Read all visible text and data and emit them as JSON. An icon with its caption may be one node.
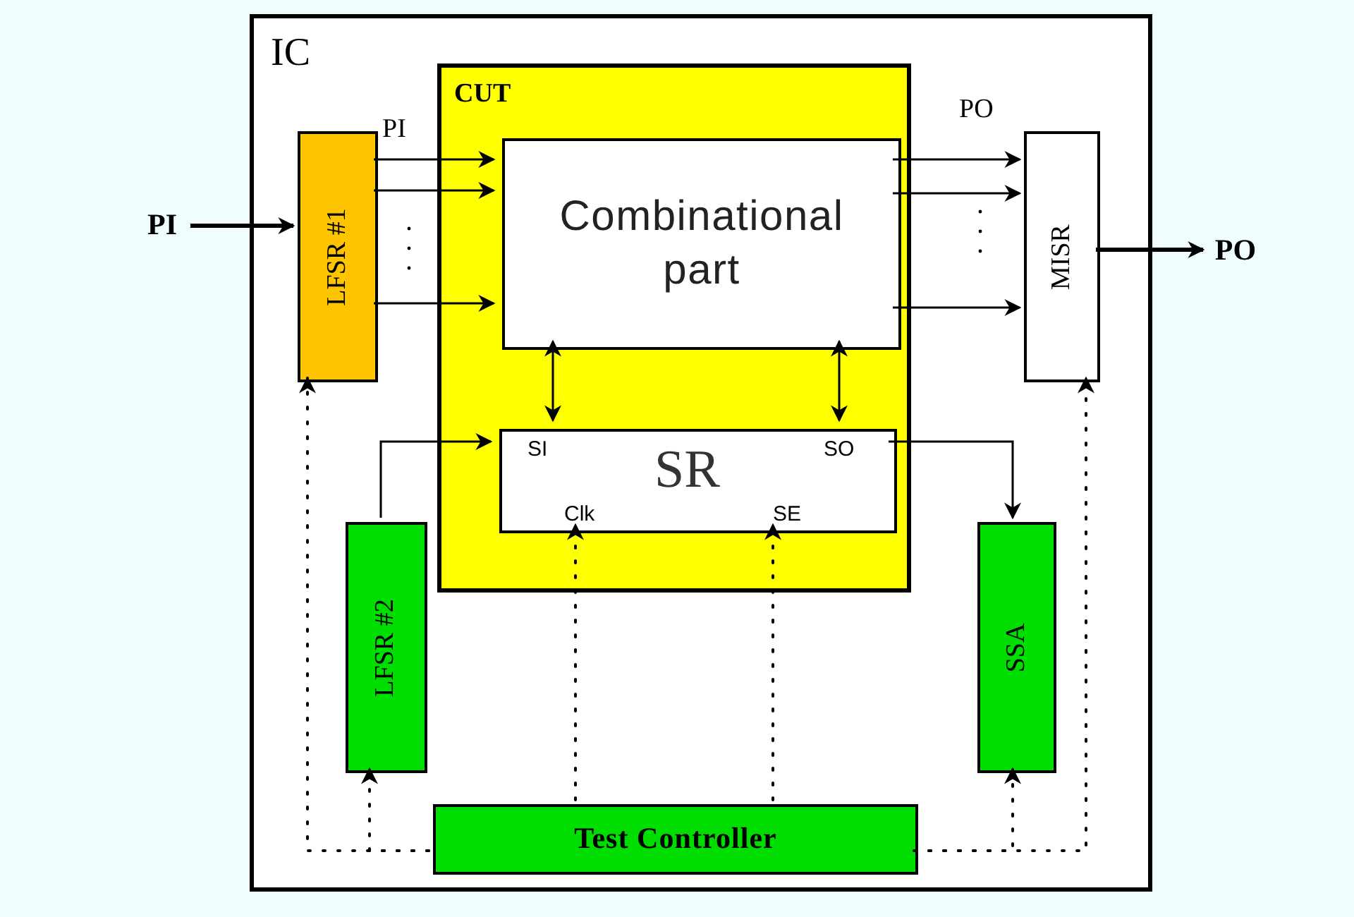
{
  "diagram": {
    "nodes": [
      {
        "text": [
          "IC"
        ]
      },
      {
        "text": [
          "CUT"
        ],
        "in": 0
      },
      {
        "text": [
          "Combinational part"
        ],
        "in": 1
      },
      {
        "text": [
          "SR",
          "SI",
          "SO",
          "Clk",
          "SE"
        ],
        "in": 1
      },
      {
        "text": [
          "LFSR #1"
        ],
        "in": 0
      },
      {
        "text": [
          "MISR"
        ],
        "in": 0
      },
      {
        "text": [
          "LFSR #2"
        ],
        "in": 0
      },
      {
        "text": [
          "SSA"
        ],
        "in": 0
      },
      {
        "text": [
          "Test Controller"
        ],
        "in": 0
      },
      {
        "text": [
          "PI"
        ]
      },
      {
        "text": [
          "PO"
        ]
      }
    ],
    "edges": [
      {
        "from": 9,
        "to": 4,
        "arrow": "to",
        "style": "thick"
      },
      {
        "from": 4,
        "to": 2,
        "arrow": "to"
      },
      {
        "from": 4,
        "to": 2,
        "arrow": "to"
      },
      {
        "from": 4,
        "to": 2,
        "arrow": "to"
      },
      {
        "from": 2,
        "to": 5,
        "arrow": "to"
      },
      {
        "from": 2,
        "to": 5,
        "arrow": "to"
      },
      {
        "from": 2,
        "to": 5,
        "arrow": "to"
      },
      {
        "from": 5,
        "to": 10,
        "arrow": "to",
        "style": "thick"
      },
      {
        "from": 2,
        "to": 3,
        "arrow": "both"
      },
      {
        "from": 2,
        "to": 3,
        "arrow": "both"
      },
      {
        "from": 6,
        "to": 3,
        "arrow": "to"
      },
      {
        "from": 3,
        "to": 7,
        "arrow": "to"
      },
      {
        "from": 8,
        "to": 3,
        "arrow": "to",
        "style": "dashed"
      },
      {
        "from": 8,
        "to": 3,
        "arrow": "to",
        "style": "dashed"
      },
      {
        "from": 8,
        "to": 4,
        "arrow": "to",
        "style": "dashed"
      },
      {
        "from": 8,
        "to": 6,
        "arrow": "to",
        "style": "dashed"
      },
      {
        "from": 8,
        "to": 5,
        "arrow": "to",
        "style": "dashed"
      },
      {
        "from": 8,
        "to": 7,
        "arrow": "to",
        "style": "dashed"
      }
    ],
    "labels": [
      "PI",
      "PO"
    ]
  }
}
